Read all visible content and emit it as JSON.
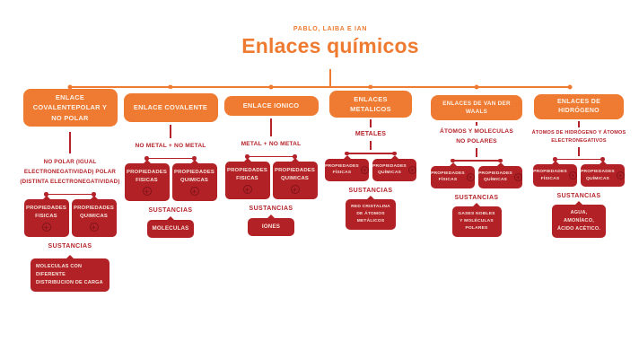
{
  "header": {
    "authors": "PABLO, LAIBA E IAN",
    "title": "Enlaces químicos"
  },
  "colors": {
    "accent_orange": "#EE7B31",
    "accent_red": "#B5232A",
    "node_red": "#B22126",
    "node_text": "#F6E2DB",
    "background": "#FFFFFF"
  },
  "icons": {
    "expand": "+"
  },
  "branches": [
    {
      "title": "ENLACE COVALENTEPOLAR Y NO POLAR",
      "subtitle": "NO POLAR (IGUAL ELECTRONEGATIVIDAD) POLAR (DISTINTA ELECTRONEGATIVIDAD)",
      "properties": [
        "PROPIEDADES FISICAS",
        "PROPIEDADES QUIMICAS"
      ],
      "sustancias_label": "SUSTANCIAS",
      "substance": "MOLECULAS CON DIFERENTE DISTRIBUCION DE CARGA"
    },
    {
      "title": "ENLACE COVALENTE",
      "subtitle": "NO METAL + NO METAL",
      "properties": [
        "PROPIEDADES FISICAS",
        "PROPIEDADES QUIMICAS"
      ],
      "sustancias_label": "SUSTANCIAS",
      "substance": "MOLECULAS"
    },
    {
      "title": "ENLACE IONICO",
      "subtitle": "METAL + NO METAL",
      "properties": [
        "PROPIEDADES FISICAS",
        "PROPIEDADES QUIMICAS"
      ],
      "sustancias_label": "SUSTANCIAS",
      "substance": "IONES"
    },
    {
      "title": "ENLACES METALICOS",
      "subtitle": "METALES",
      "properties": [
        "PROPIEDADES FÍSICAS",
        "PROPIEDADES QUÍMICAS"
      ],
      "sustancias_label": "SUSTANCIAS",
      "substance": "RED CRISTALINA DE ÁTOMOS METÁLICOS"
    },
    {
      "title": "ENLACES DE VAN DER WAALS",
      "subtitle": "ÁTOMOS Y MOLECULAS NO POLARES",
      "properties": [
        "PROPIEDADES FÍSICAS",
        "PROPIEDADES QUÍMICAS"
      ],
      "sustancias_label": "SUSTANCIAS",
      "substance": "GASES NOBLES Y MOLÉCULAS POLARES"
    },
    {
      "title": "ENLACES DE HIDRÓGENO",
      "subtitle": "ÁTOMOS DE HIDRÓGENO Y ÁTOMOS ELECTRONEGATIVOS",
      "properties": [
        "PROPIEDADES FÍSICAS",
        "PROPIEDADES QUÍMICAS"
      ],
      "sustancias_label": "SUSTANCIAS",
      "substance": "AGUA, AMONÍACO, ÁCIDO ACÉTICO."
    }
  ]
}
